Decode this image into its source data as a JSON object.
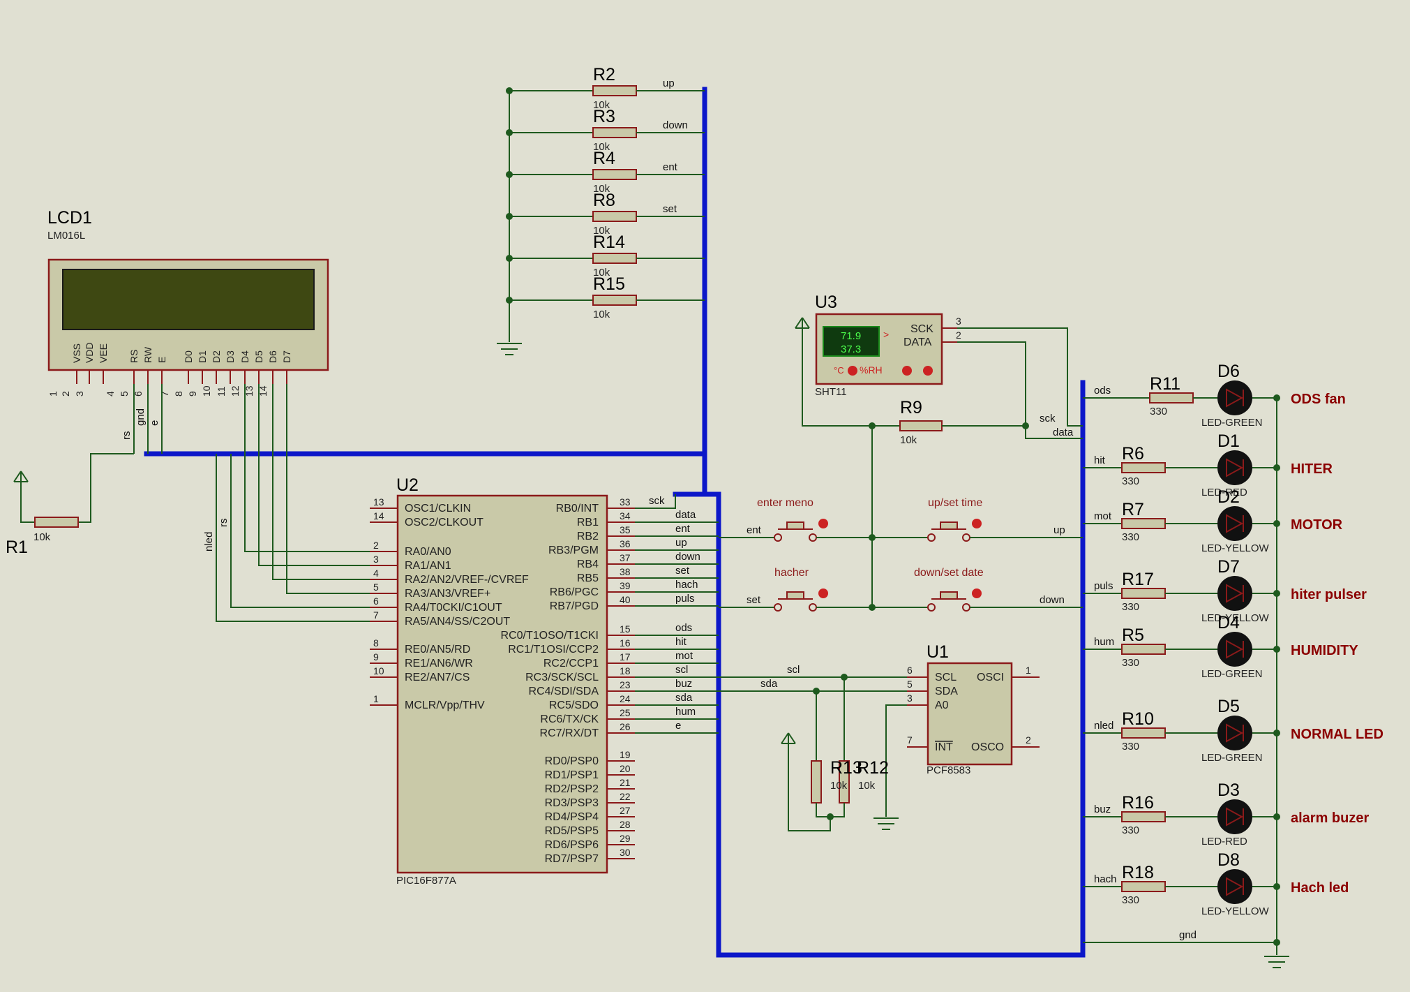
{
  "lcd": {
    "ref": "LCD1",
    "part": "LM016L",
    "pins": [
      "VSS",
      "VDD",
      "VEE",
      "RS",
      "RW",
      "E",
      "D0",
      "D1",
      "D2",
      "D3",
      "D4",
      "D5",
      "D6",
      "D7"
    ],
    "nums": [
      "1",
      "2",
      "3",
      "4",
      "5",
      "6",
      "7",
      "8",
      "9",
      "10",
      "11",
      "12",
      "13",
      "14"
    ]
  },
  "r1": {
    "ref": "R1",
    "val": "10k"
  },
  "resistors_top": [
    {
      "ref": "R2",
      "val": "10k",
      "net": "up"
    },
    {
      "ref": "R3",
      "val": "10k",
      "net": "down"
    },
    {
      "ref": "R4",
      "val": "10k",
      "net": "ent"
    },
    {
      "ref": "R8",
      "val": "10k",
      "net": "set"
    },
    {
      "ref": "R14",
      "val": "10k",
      "net": ""
    },
    {
      "ref": "R15",
      "val": "10k",
      "net": ""
    }
  ],
  "u2": {
    "ref": "U2",
    "part": "PIC16F877A",
    "left": [
      {
        "n": "13",
        "t": "OSC1/CLKIN"
      },
      {
        "n": "14",
        "t": "OSC2/CLKOUT"
      },
      {
        "n": "2",
        "t": "RA0/AN0"
      },
      {
        "n": "3",
        "t": "RA1/AN1"
      },
      {
        "n": "4",
        "t": "RA2/AN2/VREF-/CVREF"
      },
      {
        "n": "5",
        "t": "RA3/AN3/VREF+"
      },
      {
        "n": "6",
        "t": "RA4/T0CKI/C1OUT"
      },
      {
        "n": "7",
        "t": "RA5/AN4/SS/C2OUT"
      },
      {
        "n": "8",
        "t": "RE0/AN5/RD"
      },
      {
        "n": "9",
        "t": "RE1/AN6/WR"
      },
      {
        "n": "10",
        "t": "RE2/AN7/CS"
      },
      {
        "n": "1",
        "t": "MCLR/Vpp/THV"
      }
    ],
    "right": [
      {
        "n": "33",
        "t": "RB0/INT",
        "net": "sck"
      },
      {
        "n": "34",
        "t": "RB1",
        "net": "data"
      },
      {
        "n": "35",
        "t": "RB2",
        "net": "ent"
      },
      {
        "n": "36",
        "t": "RB3/PGM",
        "net": "up"
      },
      {
        "n": "37",
        "t": "RB4",
        "net": "down"
      },
      {
        "n": "38",
        "t": "RB5",
        "net": "set"
      },
      {
        "n": "39",
        "t": "RB6/PGC",
        "net": "hach"
      },
      {
        "n": "40",
        "t": "RB7/PGD",
        "net": "puls"
      },
      {
        "n": "15",
        "t": "RC0/T1OSO/T1CKI",
        "net": "ods"
      },
      {
        "n": "16",
        "t": "RC1/T1OSI/CCP2",
        "net": "hit"
      },
      {
        "n": "17",
        "t": "RC2/CCP1",
        "net": "mot"
      },
      {
        "n": "18",
        "t": "RC3/SCK/SCL",
        "net": "scl"
      },
      {
        "n": "23",
        "t": "RC4/SDI/SDA",
        "net": "buz"
      },
      {
        "n": "24",
        "t": "RC5/SDO",
        "net": "sda"
      },
      {
        "n": "25",
        "t": "RC6/TX/CK",
        "net": "hum"
      },
      {
        "n": "26",
        "t": "RC7/RX/DT",
        "net": "e"
      },
      {
        "n": "19",
        "t": "RD0/PSP0",
        "net": ""
      },
      {
        "n": "20",
        "t": "RD1/PSP1",
        "net": ""
      },
      {
        "n": "21",
        "t": "RD2/PSP2",
        "net": ""
      },
      {
        "n": "22",
        "t": "RD3/PSP3",
        "net": ""
      },
      {
        "n": "27",
        "t": "RD4/PSP4",
        "net": ""
      },
      {
        "n": "28",
        "t": "RD5/PSP5",
        "net": ""
      },
      {
        "n": "29",
        "t": "RD6/PSP6",
        "net": ""
      },
      {
        "n": "30",
        "t": "RD7/PSP7",
        "net": ""
      }
    ]
  },
  "u3": {
    "ref": "U3",
    "part": "SHT11",
    "temp": "71.9",
    "hum": "37.3",
    "sck": "SCK",
    "data": "DATA",
    "p3": "3",
    "p2": "2",
    "unit_c": "°C",
    "unit_rh": "%RH",
    "arrow": ">"
  },
  "r9": {
    "ref": "R9",
    "val": "10k"
  },
  "buttons": [
    {
      "label": "enter meno",
      "net": "ent"
    },
    {
      "label": "up/set time",
      "net": "up"
    },
    {
      "label": "hacher",
      "net": "set"
    },
    {
      "label": "down/set date",
      "net": "down"
    }
  ],
  "u1": {
    "ref": "U1",
    "part": "PCF8583",
    "scl": "SCL",
    "sda": "SDA",
    "a0": "A0",
    "int": "INT",
    "osci": "OSCI",
    "osco": "OSCO",
    "p6": "6",
    "p5": "5",
    "p3": "3",
    "p7": "7",
    "p1": "1",
    "p2": "2"
  },
  "r13": {
    "ref": "R13",
    "val": "10k"
  },
  "r12": {
    "ref": "R12",
    "val": "10k"
  },
  "bus_nets": {
    "sck": "sck",
    "data": "data",
    "gnd": "gnd",
    "e": "e",
    "rs": "rs",
    "nled": "nled",
    "scl": "scl",
    "sda": "sda"
  },
  "leds": [
    {
      "net": "ods",
      "r": "R11",
      "rv": "330",
      "d": "D6",
      "type": "LED-GREEN",
      "label": "ODS fan"
    },
    {
      "net": "hit",
      "r": "R6",
      "rv": "330",
      "d": "D1",
      "type": "LED-RED",
      "label": "HITER"
    },
    {
      "net": "mot",
      "r": "R7",
      "rv": "330",
      "d": "D2",
      "type": "LED-YELLOW",
      "label": "MOTOR"
    },
    {
      "net": "puls",
      "r": "R17",
      "rv": "330",
      "d": "D7",
      "type": "LED-YELLOW",
      "label": "hiter pulser"
    },
    {
      "net": "hum",
      "r": "R5",
      "rv": "330",
      "d": "D4",
      "type": "LED-GREEN",
      "label": "HUMIDITY"
    },
    {
      "net": "nled",
      "r": "R10",
      "rv": "330",
      "d": "D5",
      "type": "LED-GREEN",
      "label": "NORMAL LED"
    },
    {
      "net": "buz",
      "r": "R16",
      "rv": "330",
      "d": "D3",
      "type": "LED-RED",
      "label": "alarm buzer"
    },
    {
      "net": "hach",
      "r": "R18",
      "rv": "330",
      "d": "D8",
      "type": "LED-YELLOW",
      "label": "Hach led"
    }
  ],
  "colors": {
    "wire": "#1e5a1e",
    "bus": "#0c17c9",
    "part": "#8b1a1a",
    "body": "#c9c9a8",
    "bg": "#e0e0d2"
  }
}
